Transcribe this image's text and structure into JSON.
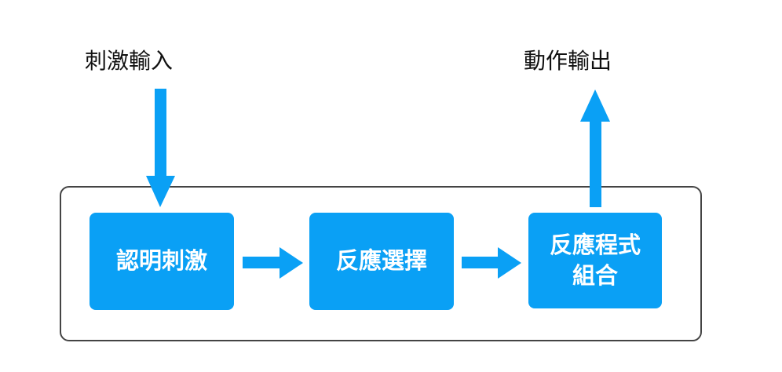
{
  "diagram": {
    "input_label": "刺激輸入",
    "output_label": "動作輸出",
    "stages": [
      {
        "label": "認明刺激"
      },
      {
        "label": "反應選擇"
      },
      {
        "label_line1": "反應程式",
        "label_line2": "組合"
      }
    ]
  },
  "colors": {
    "box_fill": "#0aa0f5",
    "arrow": "#0aa0f5",
    "frame_border": "#444444",
    "text_dark": "#111111",
    "text_light": "#ffffff"
  }
}
